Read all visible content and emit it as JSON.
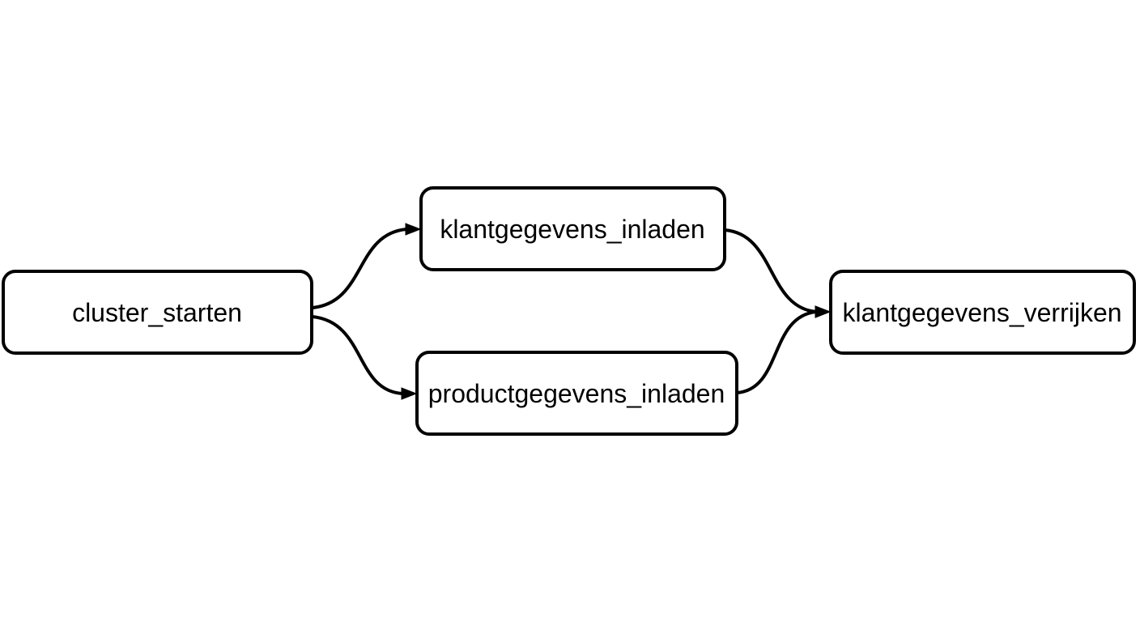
{
  "diagram": {
    "type": "dag-task-graph",
    "background_color": "#ffffff",
    "node_fill_color": "#ffffff",
    "node_border_color": "#000000",
    "edge_color": "#000000",
    "text_color": "#000000",
    "nodes": [
      {
        "id": "cluster_starten",
        "label": "cluster_starten"
      },
      {
        "id": "klantgegevens_inladen",
        "label": "klantgegevens_inladen"
      },
      {
        "id": "productgegevens_inladen",
        "label": "productgegevens_inladen"
      },
      {
        "id": "klantgegevens_verrijken",
        "label": "klantgegevens_verrijken"
      }
    ],
    "edges": [
      {
        "from": "cluster_starten",
        "to": "klantgegevens_inladen"
      },
      {
        "from": "cluster_starten",
        "to": "productgegevens_inladen"
      },
      {
        "from": "klantgegevens_inladen",
        "to": "klantgegevens_verrijken"
      },
      {
        "from": "productgegevens_inladen",
        "to": "klantgegevens_verrijken"
      }
    ]
  }
}
